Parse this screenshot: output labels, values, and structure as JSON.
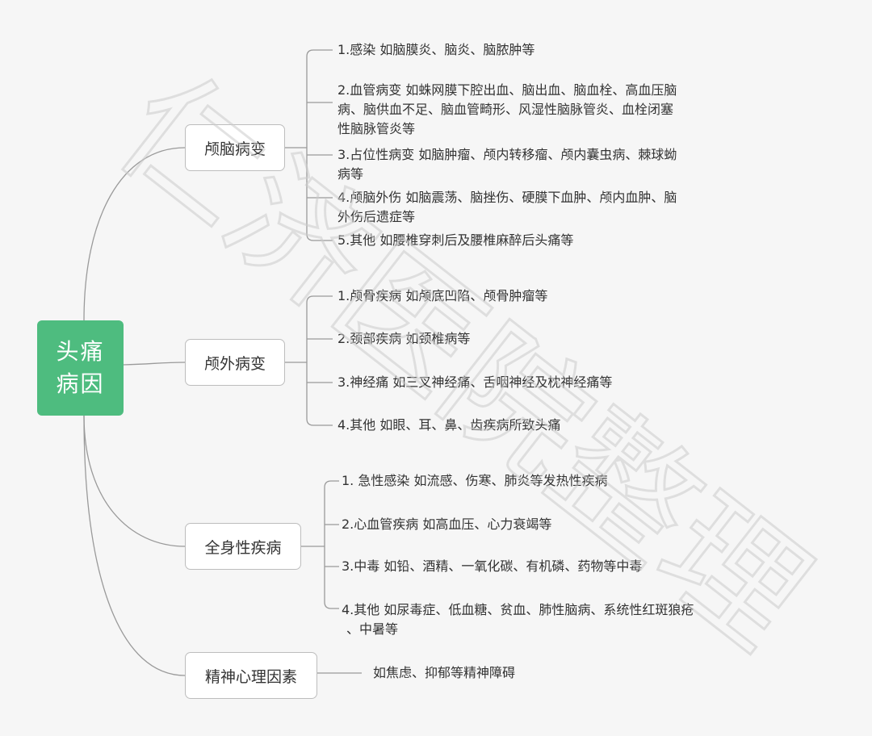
{
  "root": {
    "line1": "头痛",
    "line2": "病因"
  },
  "colors": {
    "root_fill": "#4ebc7f",
    "connector": "#9a9a9a",
    "branch_border": "#bdbdbd",
    "watermark": "#cccccc"
  },
  "branches": [
    {
      "label": "颅脑病变",
      "leaves": [
        [
          "1.感染  如脑膜炎、脑炎、脑脓肿等"
        ],
        [
          "2.血管病变  如蛛网膜下腔出血、脑出血、脑血栓、高血压脑",
          "病、脑供血不足、脑血管畸形、风湿性脑脉管炎、血栓闭塞",
          "性脑脉管炎等"
        ],
        [
          "3.占位性病变  如脑肿瘤、颅内转移瘤、颅内囊虫病、棘球蚴",
          "病等"
        ],
        [
          "4.颅脑外伤  如脑震荡、脑挫伤、硬膜下血肿、颅内血肿、脑",
          "外伤后遗症等"
        ],
        [
          "5.其他 如腰椎穿刺后及腰椎麻醉后头痛等"
        ]
      ]
    },
    {
      "label": "颅外病变",
      "leaves": [
        [
          "1.颅骨疾病  如颅底凹陷、颅骨肿瘤等"
        ],
        [
          "2.颈部疾病  如颈椎病等"
        ],
        [
          "3.神经痛  如三叉神经痛、舌咽神经及枕神经痛等"
        ],
        [
          "4.其他  如眼、耳、鼻、齿疾病所致头痛"
        ]
      ]
    },
    {
      "label": "全身性疾病",
      "leaves": [
        [
          "1. 急性感染  如流感、伤寒、肺炎等发热性疾病"
        ],
        [
          "2.心血管疾病  如高血压、心力衰竭等"
        ],
        [
          "3.中毒  如铅、酒精、一氧化碳、有机磷、药物等中毒"
        ],
        [
          "4.其他  如尿毒症、低血糖、贫血、肺性脑病、系统性红斑狼疮",
          "、中暑等"
        ]
      ]
    },
    {
      "label": "精神心理因素",
      "leaves": [
        [
          "如焦虑、抑郁等精神障碍"
        ]
      ]
    }
  ],
  "watermark": {
    "text": "仁济医院整理"
  }
}
